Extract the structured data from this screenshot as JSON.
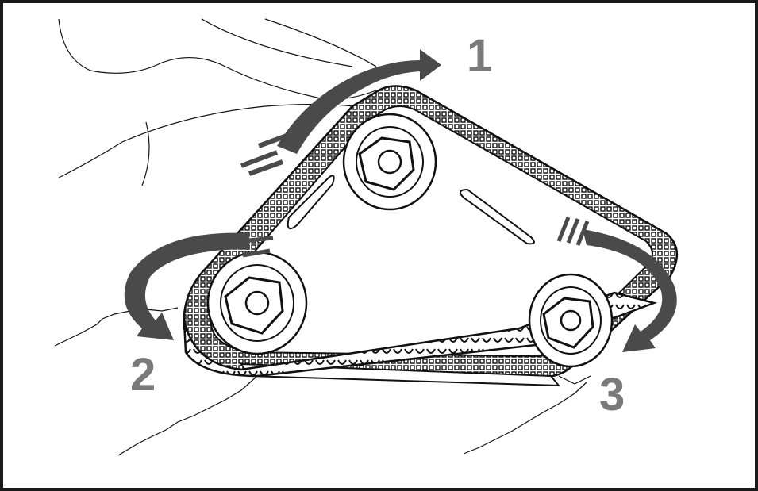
{
  "steps": [
    {
      "label": "1",
      "direction": "lift-rear-corner"
    },
    {
      "label": "2",
      "direction": "roll-down-left"
    },
    {
      "label": "3",
      "direction": "roll-down-right"
    }
  ],
  "colors": {
    "arrow": "#4a4a4a",
    "label": "#7a7a7a",
    "line": "#111111",
    "frame": "#1a1a1a"
  }
}
